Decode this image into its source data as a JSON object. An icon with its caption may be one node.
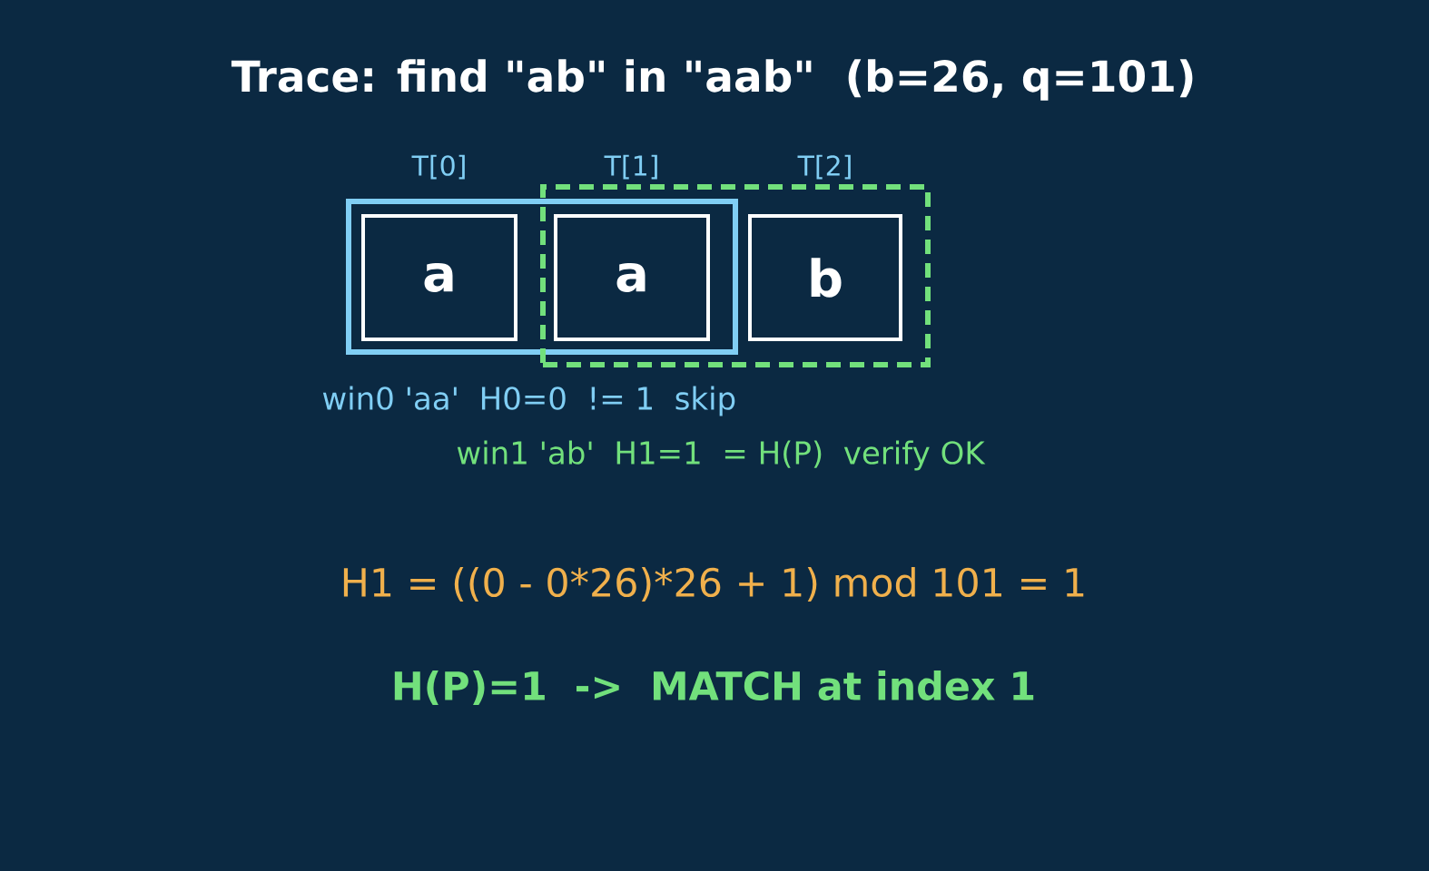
{
  "diagram": {
    "title": "Trace: find \"ab\" in \"aab\"  (b=26, q=101)",
    "nodes": [
      {
        "text": [],
        "shape": "box",
        "beside": [
          "win0 'aa'  H0=0  != 1  skip"
        ]
      },
      {
        "text": [
          "a"
        ],
        "in": 0,
        "beside": [
          "T[0]"
        ]
      },
      {
        "text": [
          "a"
        ],
        "beside": [
          "T[1]"
        ]
      },
      {
        "text": [],
        "shape": "box",
        "beside": [
          "win1 'ab'  H1=1  = H(P)  verify OK"
        ]
      },
      {
        "text": [
          "b"
        ],
        "in": 3,
        "beside": [
          "T[2]"
        ]
      }
    ],
    "labels": [
      "H1 = ((0 - 0*26)*26 + 1) mod 101 = 1",
      "H(P)=1  ->  MATCH at index 1"
    ]
  }
}
